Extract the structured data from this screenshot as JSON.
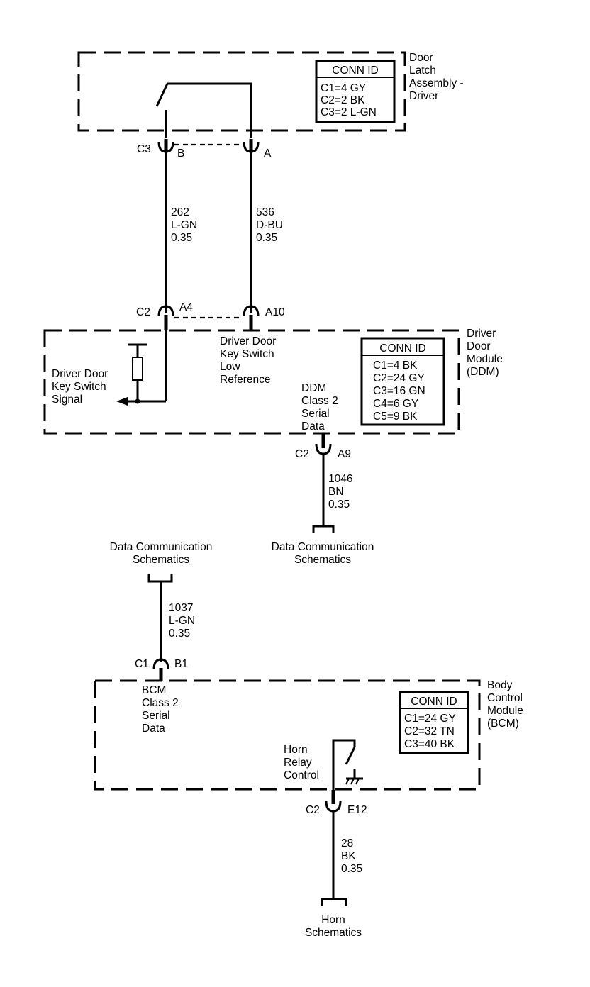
{
  "colors": {
    "ink": "#000000",
    "background": "#ffffff"
  },
  "door_latch": {
    "name": [
      "Door",
      "Latch",
      "Assembly -",
      "Driver"
    ],
    "conn_title": "CONN ID",
    "conn_rows": [
      "C1=4 GY",
      "C2=2 BK",
      "C3=2 L-GN"
    ]
  },
  "ddm": {
    "name": [
      "Driver",
      "Door",
      "Module",
      "(DDM)"
    ],
    "conn_title": "CONN ID",
    "conn_rows": [
      "C1=4 BK",
      "C2=24 GY",
      "C3=16 GN",
      "C4=6 GY",
      "C5=9 BK"
    ],
    "key_switch_signal": [
      "Driver Door",
      "Key Switch",
      "Signal"
    ],
    "low_reference": [
      "Driver Door",
      "Key Switch",
      "Low",
      "Reference"
    ],
    "serial_data": [
      "DDM",
      "Class 2",
      "Serial",
      "Data"
    ]
  },
  "bcm": {
    "name": [
      "Body",
      "Control",
      "Module",
      "(BCM)"
    ],
    "conn_title": "CONN ID",
    "conn_rows": [
      "C1=24 GY",
      "C2=32 TN",
      "C3=40 BK"
    ],
    "serial_data": [
      "BCM",
      "Class 2",
      "Serial",
      "Data"
    ],
    "horn_relay": [
      "Horn",
      "Relay",
      "Control"
    ]
  },
  "connectors": {
    "latch_b": {
      "conn": "C3",
      "pin": "B"
    },
    "latch_a": {
      "pin": "A"
    },
    "ddm_a4": {
      "conn": "C2",
      "pin": "A4"
    },
    "ddm_a10": {
      "pin": "A10"
    },
    "ddm_a9": {
      "conn": "C2",
      "pin": "A9"
    },
    "bcm_b1": {
      "conn": "C1",
      "pin": "B1"
    },
    "bcm_e12": {
      "conn": "C2",
      "pin": "E12"
    }
  },
  "wires": {
    "w262": [
      "262",
      "L-GN",
      "0.35"
    ],
    "w536": [
      "536",
      "D-BU",
      "0.35"
    ],
    "w1046": [
      "1046",
      "BN",
      "0.35"
    ],
    "w1037": [
      "1037",
      "L-GN",
      "0.35"
    ],
    "w28": [
      "28",
      "BK",
      "0.35"
    ]
  },
  "references": {
    "data_comm_right": [
      "Data Communication",
      "Schematics"
    ],
    "data_comm_left": [
      "Data Communication",
      "Schematics"
    ],
    "horn": [
      "Horn",
      "Schematics"
    ]
  }
}
